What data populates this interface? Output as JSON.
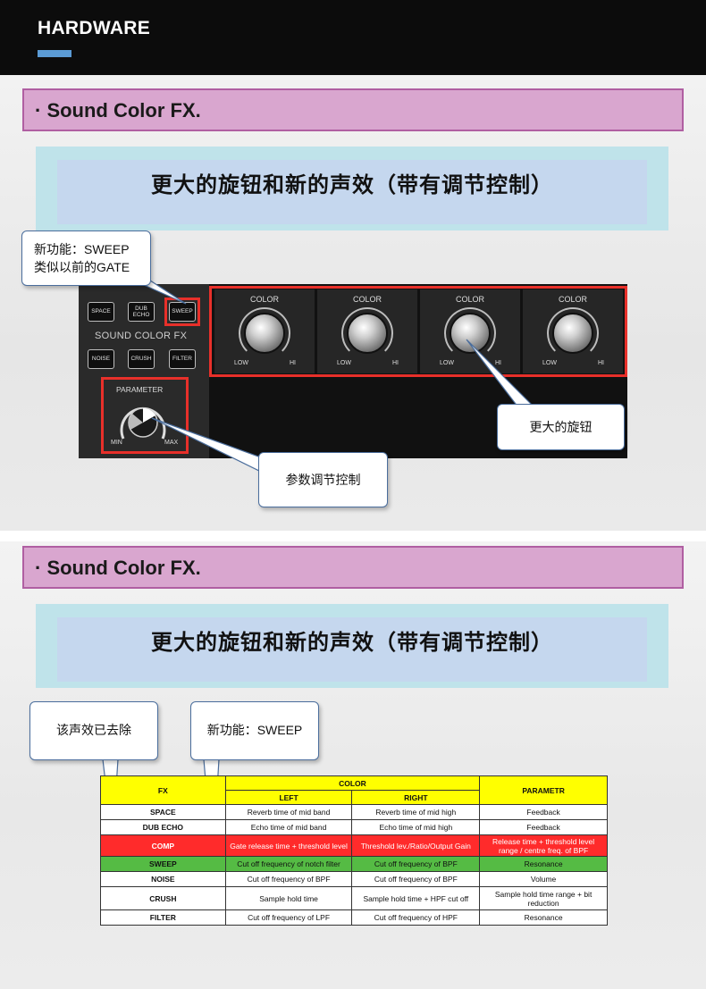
{
  "header": {
    "title": "HARDWARE",
    "accent_color": "#5b9bd5"
  },
  "section1": {
    "heading": "· Sound Color FX.",
    "banner": "更大的旋钮和新的声效（带有调节控制）",
    "callouts": {
      "sweep_line1": "新功能：SWEEP",
      "sweep_line2": "类似以前的GATE",
      "bigger_knob": "更大的旋钮",
      "param_control": "参数调节控制"
    },
    "device": {
      "buttons_row1": [
        "SPACE",
        "DUB ECHO",
        "SWEEP"
      ],
      "buttons_row2": [
        "NOISE",
        "CRUSH",
        "FILTER"
      ],
      "section_label": "SOUND COLOR FX",
      "parameter_label": "PARAMETER",
      "min_label": "MIN",
      "max_label": "MAX",
      "knobs": [
        {
          "label": "COLOR",
          "low": "LOW",
          "hi": "HI"
        },
        {
          "label": "COLOR",
          "low": "LOW",
          "hi": "HI"
        },
        {
          "label": "COLOR",
          "low": "LOW",
          "hi": "HI"
        },
        {
          "label": "COLOR",
          "low": "LOW",
          "hi": "HI"
        }
      ]
    }
  },
  "section2": {
    "heading": "· Sound Color FX.",
    "banner": "更大的旋钮和新的声效（带有调节控制）",
    "callouts": {
      "removed": "该声效已去除",
      "new_sweep": "新功能：SWEEP"
    },
    "table": {
      "header_fx": "FX",
      "header_color": "COLOR",
      "header_left": "LEFT",
      "header_right": "RIGHT",
      "header_param": "PARAMETR",
      "rows": [
        {
          "fx": "SPACE",
          "left": "Reverb time of mid band",
          "right": "Reverb time of mid high",
          "param": "Feedback"
        },
        {
          "fx": "DUB ECHO",
          "left": "Echo time of mid band",
          "right": "Echo time of mid high",
          "param": "Feedback"
        },
        {
          "fx": "COMP",
          "left": "Gate release time + threshold level",
          "right": "Threshold lev./Ratio/Output Gain",
          "param": "Release time + threshold level range / centre freq. of BPF"
        },
        {
          "fx": "SWEEP",
          "left": "Cut off frequency of notch filter",
          "right": "Cut off frequency of BPF",
          "param": "Resonance"
        },
        {
          "fx": "NOISE",
          "left": "Cut off frequency of BPF",
          "right": "Cut off frequency of BPF",
          "param": "Volume"
        },
        {
          "fx": "CRUSH",
          "left": "Sample hold time",
          "right": "Sample hold time + HPF cut off",
          "param": "Sample hold time range + bit reduction"
        },
        {
          "fx": "FILTER",
          "left": "Cut off frequency of LPF",
          "right": "Cut off frequency of HPF",
          "param": "Resonance"
        }
      ]
    }
  }
}
